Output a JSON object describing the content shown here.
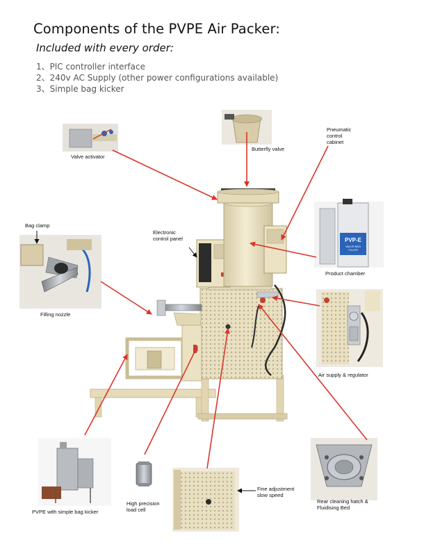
{
  "header": {
    "title": "Components of the PVPE Air Packer:",
    "subtitle": "Included with every order:"
  },
  "features": [
    "1、PlC controller interface",
    "2、240v AC Supply (other power configurations available)",
    "3、Simple bag kicker"
  ],
  "callouts": {
    "valve_activator": "Valve activator",
    "butterfly_valve": "Butterfly valve",
    "pneumatic_cabinet_1": "Pneumatic",
    "pneumatic_cabinet_2": "control",
    "pneumatic_cabinet_3": "cabinet",
    "bag_clamp": "Bag clamp",
    "electronic_panel_1": "Electronic",
    "electronic_panel_2": "control panel",
    "product_chamber": "Product chamber",
    "filling_nozzle": "Filling nozzle",
    "air_supply": "Air supply & regulator",
    "bag_kicker": "PVPE with simple bag kicker",
    "load_cell_1": "High precision",
    "load_cell_2": "load cell",
    "fine_adjust_1": "Fine adjustment",
    "fine_adjust_2": "slow speed",
    "rear_hatch_1": "Rear cleaning hatch &",
    "rear_hatch_2": "Fluidising Bed"
  },
  "cabinet_label": {
    "line1": "PVP-E",
    "line2": "VALVE BAG",
    "line3": "FILLER"
  },
  "colors": {
    "arrow": "#d9352a",
    "machine": "#efe6c8",
    "machine_shade": "#d8ccaa",
    "steel": "#9a9ea4",
    "dark": "#3a3a3a",
    "blue": "#2a63b8"
  }
}
